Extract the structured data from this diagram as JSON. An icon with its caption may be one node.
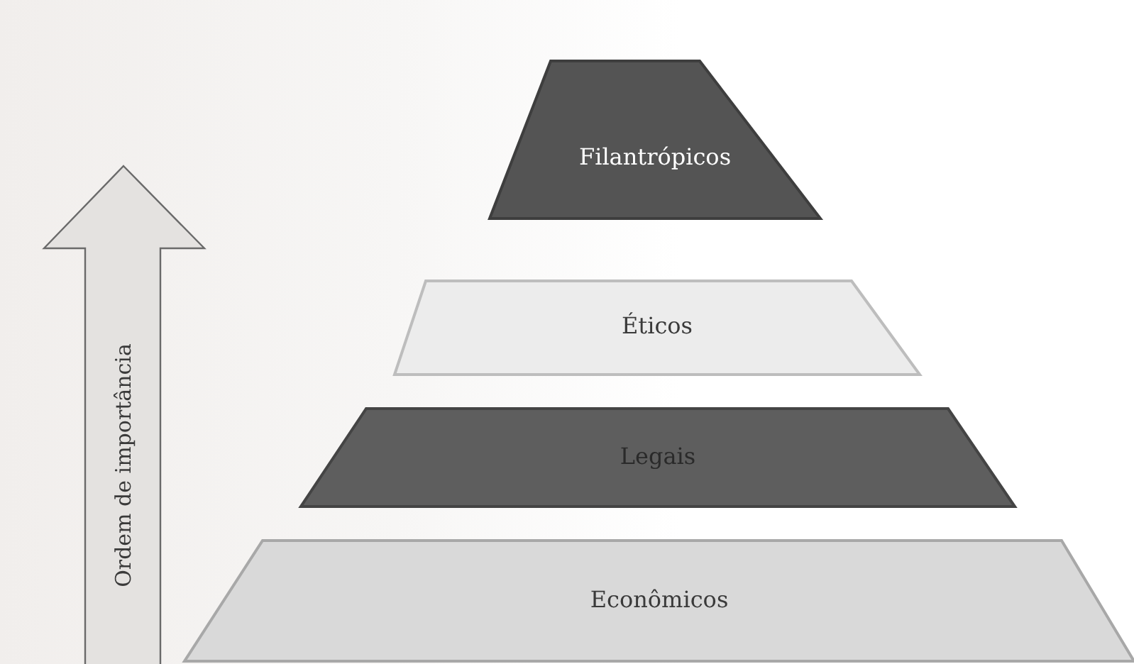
{
  "diagram": {
    "nodes": [
      {
        "text": [
          "Filantrópicos"
        ]
      },
      {
        "text": [
          "Éticos"
        ]
      },
      {
        "text": [
          "Legais"
        ]
      },
      {
        "text": [
          "Econômicos"
        ]
      }
    ],
    "labels": [
      "Ordem de importância"
    ]
  }
}
